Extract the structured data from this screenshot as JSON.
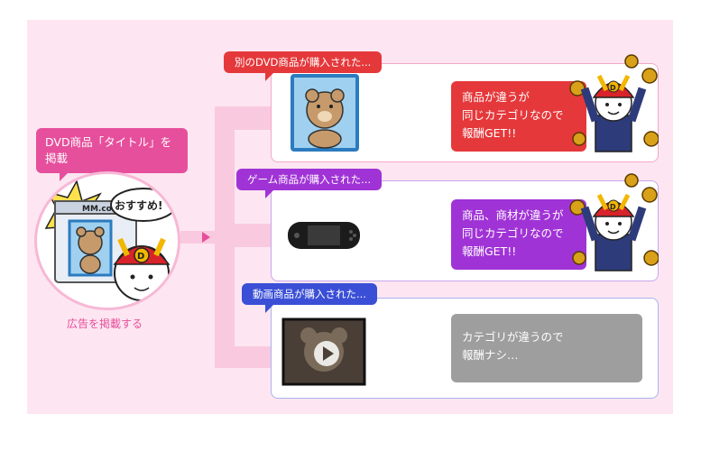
{
  "publisher": {
    "label": "DVD商品「タイトル」を掲載",
    "caption": "広告を掲載する",
    "speech": "おすすめ!",
    "site_text": "MM.co"
  },
  "rows": [
    {
      "tag": "別のDVD商品が購入された...",
      "color": "#e5383b",
      "result_lines": [
        "商品が違うが",
        "同じカテゴリなので",
        "報酬GET!!"
      ],
      "result_color": "#e5383b"
    },
    {
      "tag": "ゲーム商品が購入された...",
      "color": "#a033d6",
      "result_lines": [
        "商品、商材が違うが",
        "同じカテゴリなので",
        "報酬GET!!"
      ],
      "result_color": "#a033d6"
    },
    {
      "tag": "動画商品が購入された...",
      "color": "#3a4fd6",
      "result_lines": [
        "カテゴリが違うので",
        "報酬ナシ…"
      ],
      "result_color": "#9e9e9e"
    }
  ],
  "colors": {
    "pink": "#e64f9c",
    "panel": "#fde6f1",
    "connector": "#f9c9df"
  },
  "icons": [
    "dvd-cover-icon",
    "game-console-icon",
    "video-play-icon",
    "mascot-celebrating-icon",
    "coin-icon"
  ]
}
